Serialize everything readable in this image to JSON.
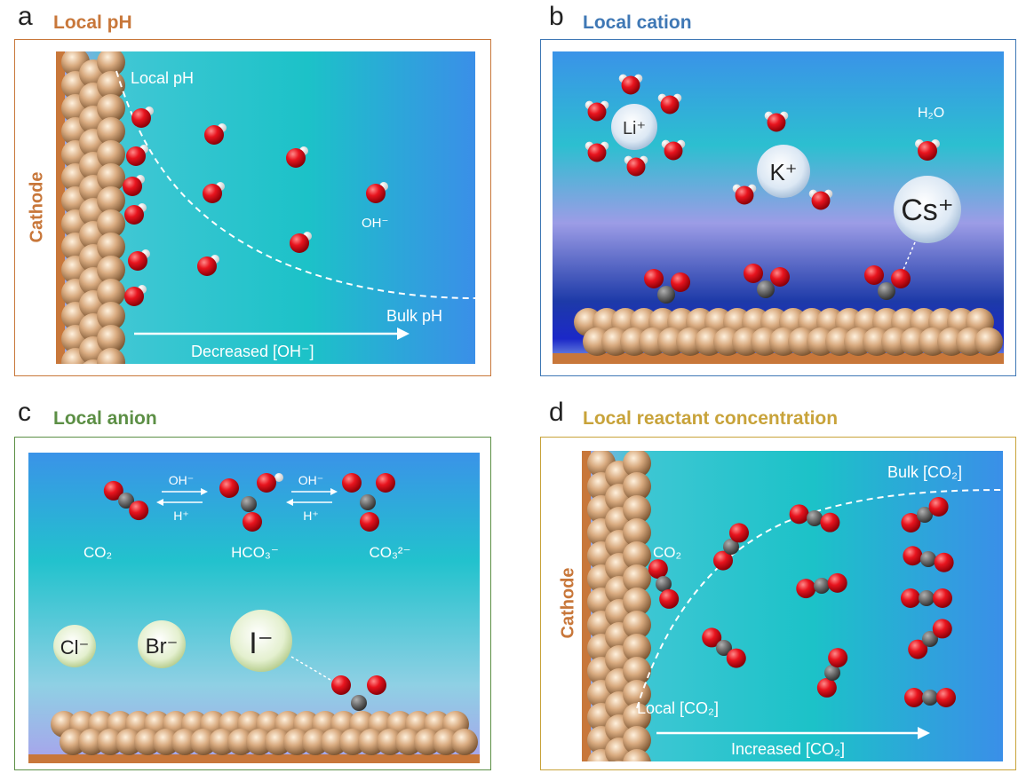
{
  "panels": {
    "a": {
      "letter": "a",
      "title": "Local pH",
      "title_color": "#c8773a",
      "electrode_label": "Cathode",
      "local_label": "Local pH",
      "bulk_label": "Bulk pH",
      "species_label": "OH⁻",
      "arrow_label": "Decreased [OH⁻]"
    },
    "b": {
      "letter": "b",
      "title": "Local cation",
      "title_color": "#3f78b5",
      "cations": [
        "Li⁺",
        "K⁺",
        "Cs⁺"
      ],
      "water_label": "H₂O"
    },
    "c": {
      "letter": "c",
      "title": "Local anion",
      "title_color": "#5c8f45",
      "species": [
        "CO₂",
        "HCO₃⁻",
        "CO₃²⁻"
      ],
      "forward_label": "OH⁻",
      "reverse_label": "H⁺",
      "anions": [
        "Cl⁻",
        "Br⁻",
        "I⁻"
      ]
    },
    "d": {
      "letter": "d",
      "title": "Local reactant concentration",
      "title_color": "#c8a33a",
      "electrode_label": "Cathode",
      "bulk_label": "Bulk [CO₂]",
      "local_label": "Local [CO₂]",
      "species_label": "CO₂",
      "arrow_label": "Increased [CO₂]"
    }
  },
  "colors": {
    "oxygen": "#e8141e",
    "hydrogen": "#ffffff",
    "carbon": "#6f6f6f",
    "copper": "#d9ab80",
    "electrode_bar": "#c8773a"
  }
}
